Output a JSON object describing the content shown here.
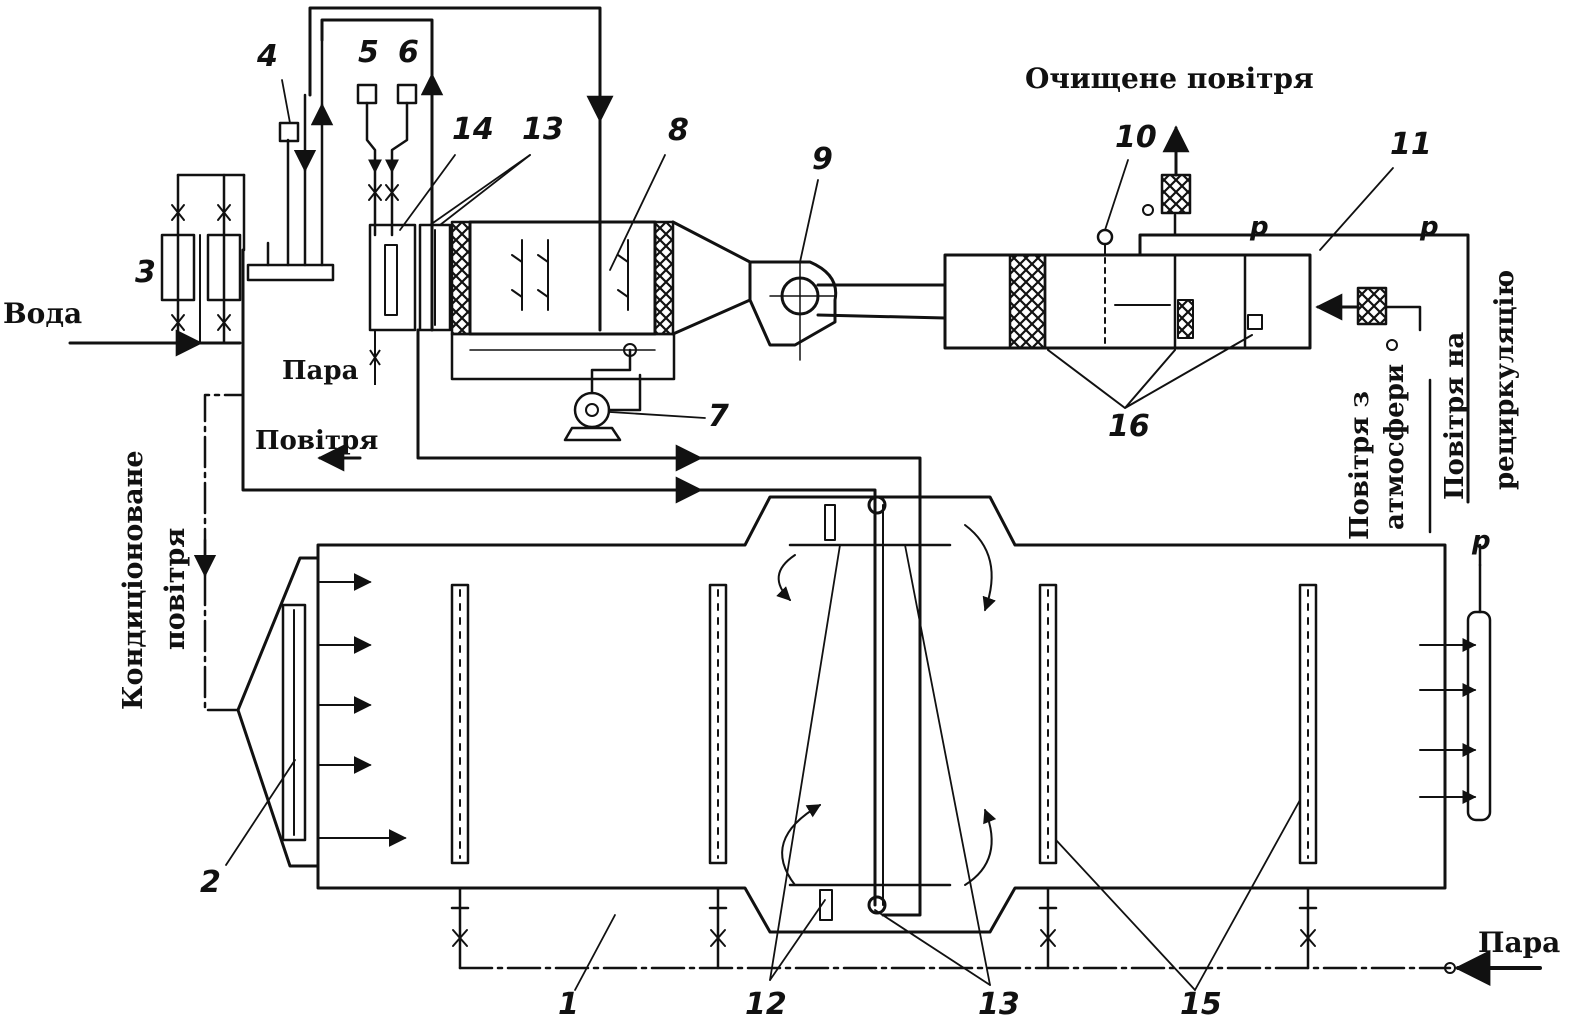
{
  "labels": {
    "voda": "Вода",
    "para_top": "Пара",
    "povitria": "Повітря",
    "ochyshchene": "Очищене повітря",
    "konditsionovane_1": "Кондиціоноване",
    "konditsionovane_2": "повітря",
    "povitria_atm_1": "Повітря з",
    "povitria_atm_2": "атмосфери",
    "povitria_retsyrk_1": "Повітря на",
    "povitria_retsyrk_2": "рециркуляцію",
    "para_bottom": "Пара",
    "p_mark": "p"
  },
  "numbers": {
    "n1": "1",
    "n2": "2",
    "n3": "3",
    "n4": "4",
    "n5": "5",
    "n6": "6",
    "n7": "7",
    "n8": "8",
    "n9": "9",
    "n10": "10",
    "n11": "11",
    "n12": "12",
    "n13a": "13",
    "n13b": "13",
    "n14": "14",
    "n15": "15",
    "n16": "16"
  }
}
